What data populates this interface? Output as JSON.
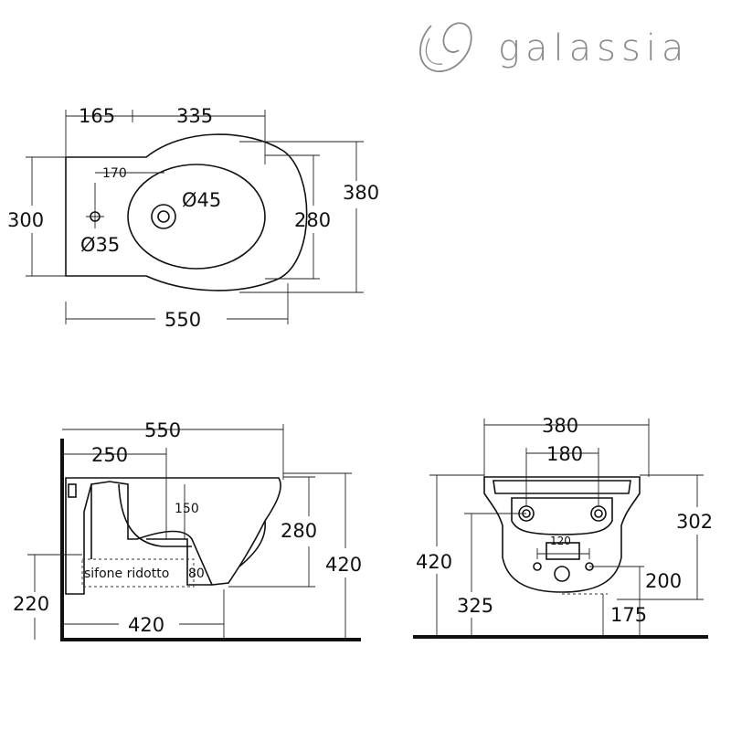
{
  "brand": {
    "name": "galassia",
    "logo_icon": "swirl-logo-icon",
    "color": "#8a8a8a"
  },
  "top_view": {
    "width_total": "550",
    "depth_total": "380",
    "offset_left": "165",
    "bowl_length": "335",
    "back_width": "300",
    "bowl_depth": "280",
    "tap_offset": "170",
    "tap_hole": "Ø35",
    "drain_hole": "Ø45"
  },
  "side_view": {
    "length": "550",
    "drain_offset": "250",
    "inner_dim": "150",
    "height_bowl": "280",
    "height_total": "420",
    "siphon_label": "sifone ridotto",
    "siphon_width": "80",
    "floor_height": "220",
    "floor_length": "420"
  },
  "front_view": {
    "width": "380",
    "bolt_spacing": "180",
    "inner_spacing": "120",
    "height_total": "420",
    "height_top": "302",
    "height_inlet": "325",
    "height_200": "200",
    "height_175": "175"
  }
}
